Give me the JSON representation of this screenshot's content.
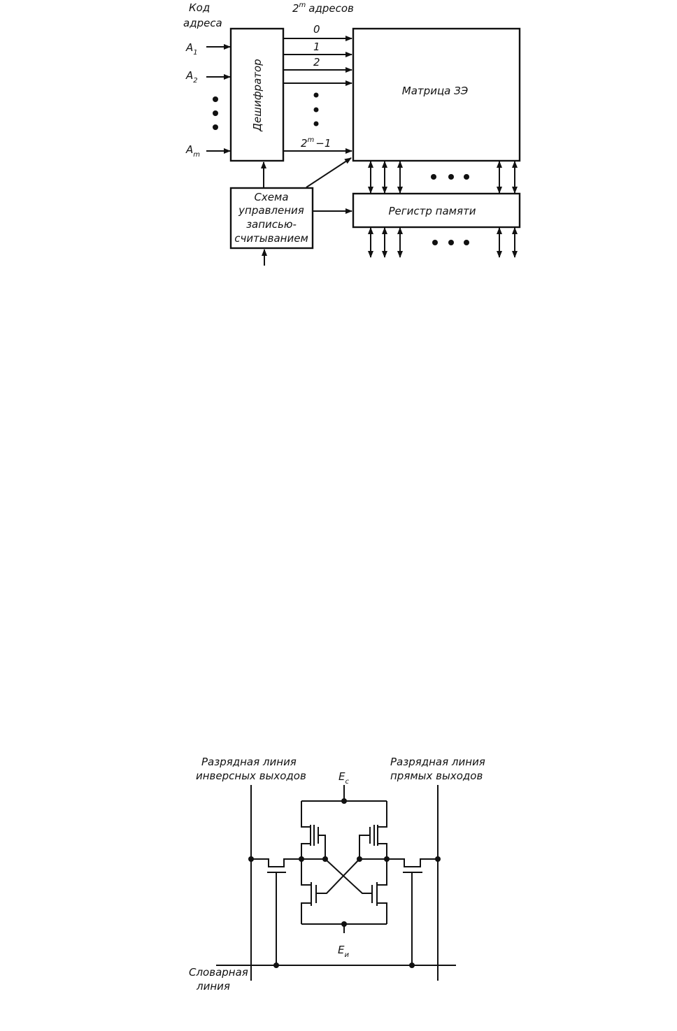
{
  "figure1": {
    "address_code_label": [
      "Код",
      "адреса"
    ],
    "addresses_label": {
      "base": "2",
      "exp": "m",
      "text": "адресов"
    },
    "inputs": [
      {
        "name": "A",
        "sub": "1"
      },
      {
        "name": "A",
        "sub": "2"
      },
      {
        "name": "A",
        "sub": "m"
      }
    ],
    "decoder_label": "Дешифратор",
    "line_labels": [
      "0",
      "1",
      "2"
    ],
    "last_line_label": {
      "base": "2",
      "exp": "m",
      "tail": "−1"
    },
    "matrix_label": "Матрица ЗЭ",
    "register_label": "Регистр памяти",
    "control_label": [
      "Схема",
      "управления",
      "записью-",
      "считыванием"
    ]
  },
  "figure2": {
    "left_bitline_label": [
      "Разрядная линия",
      "инверсных выходов"
    ],
    "right_bitline_label": [
      "Разрядная линия",
      "прямых выходов"
    ],
    "supply_label": {
      "name": "E",
      "sub": "c"
    },
    "ground_label": {
      "name": "E",
      "sub": "и"
    },
    "wordline_label": [
      "Словарная",
      "линия"
    ]
  }
}
